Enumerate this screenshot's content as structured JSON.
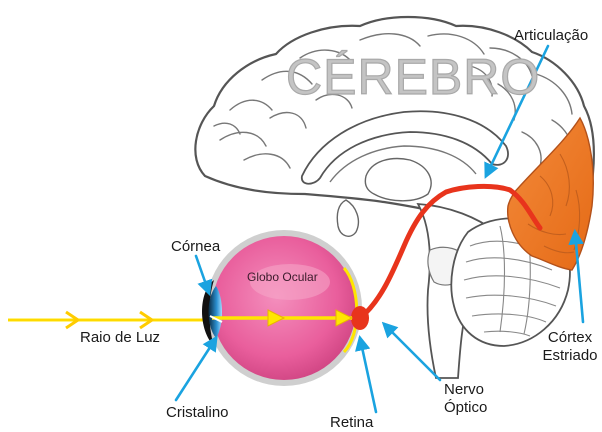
{
  "title": "CÉREBRO",
  "labels": {
    "articulacao": "Articulação",
    "cortex_estriado": [
      "Córtex",
      "Estriado"
    ],
    "cornea": "Córnea",
    "globo_ocular": "Globo Ocular",
    "raio_de_luz": "Raio de Luz",
    "cristalino": "Cristalino",
    "retina": "Retina",
    "nervo_optico": [
      "Nervo",
      "Óptico"
    ]
  },
  "colors": {
    "nerve_path": "#e8341c",
    "light_ray": "#ffe600",
    "pointer_arrows": "#1aa3e0",
    "eyeball": "#e95e9c",
    "visual_cortex": "#f07c28",
    "brain_outline": "#555555"
  }
}
